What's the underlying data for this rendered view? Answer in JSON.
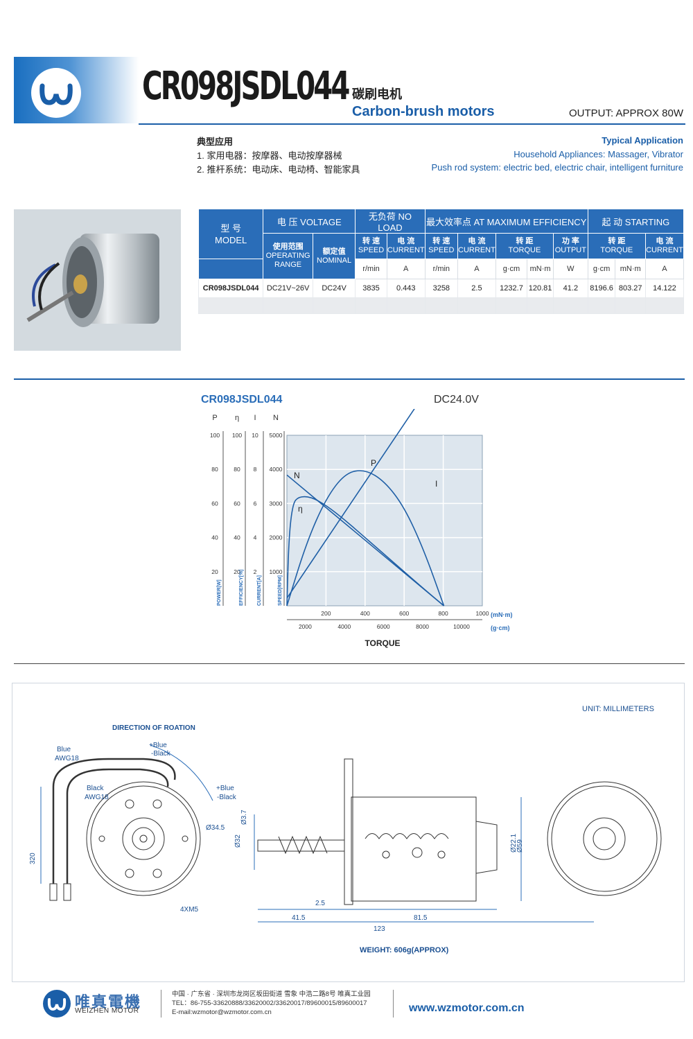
{
  "header": {
    "model": "CR098JSDL044",
    "cn_title": "碳刷电机",
    "en_title": "Carbon-brush motors",
    "output": "OUTPUT: APPROX 80W"
  },
  "application": {
    "cn_heading": "典型应用",
    "cn_item1": "1. 家用电器：按摩器、电动按摩器械",
    "cn_item2": "2. 推杆系统：电动床、电动椅、智能家具",
    "en_heading": "Typical Application",
    "en_item1": "Household Appliances: Massager, Vibrator",
    "en_item2": "Push rod system: electric bed, electric chair, intelligent furniture"
  },
  "spec_table": {
    "model_cn": "型 号",
    "model_en": "MODEL",
    "voltage": "电 压 VOLTAGE",
    "no_load": "无负荷 NO LOAD",
    "max_eff": "最大效率点 AT MAXIMUM EFFICIENCY",
    "starting": "起 动 STARTING",
    "h_range_cn": "使用范围",
    "h_range_en": "OPERATING RANGE",
    "h_nominal_cn": "额定值",
    "h_nominal_en": "NOMINAL",
    "h_speed_cn": "转 速",
    "h_speed_en": "SPEED",
    "h_current_cn": "电 流",
    "h_current_en": "CURRENT",
    "h_torque_cn": "转 距",
    "h_torque_en": "TORQUE",
    "h_output_cn": "功 率",
    "h_output_en": "OUTPUT",
    "units": [
      "r/min",
      "A",
      "r/min",
      "A",
      "g·cm",
      "mN·m",
      "W",
      "g·cm",
      "mN·m",
      "A"
    ],
    "row": [
      "CR098JSDL044",
      "DC21V~26V",
      "DC24V",
      "3835",
      "0.443",
      "3258",
      "2.5",
      "1232.7",
      "120.81",
      "41.2",
      "8196.6",
      "803.27",
      "14.122"
    ]
  },
  "chart_data": {
    "type": "line",
    "title": "CR098JSDL044",
    "subtitle": "DC24.0V",
    "xlabel": "TORQUE",
    "x_unit_primary": "(mN·m)",
    "x_unit_secondary": "(g·cm)",
    "x_ticks_mNm": [
      200,
      400,
      600,
      800,
      1000
    ],
    "x_ticks_gcm": [
      2000,
      4000,
      6000,
      8000,
      10000
    ],
    "xlim_mNm": [
      0,
      1000
    ],
    "axes": [
      {
        "symbol": "P",
        "label": "POWER[W]",
        "ticks": [
          20,
          40,
          60,
          80,
          100
        ],
        "ylim": [
          0,
          100
        ]
      },
      {
        "symbol": "η",
        "label": "EFFICIENCY[%]",
        "ticks": [
          20,
          40,
          60,
          80,
          100
        ],
        "ylim": [
          0,
          100
        ]
      },
      {
        "symbol": "I",
        "label": "CURRENT[A]",
        "ticks": [
          2,
          4,
          6,
          8,
          10
        ],
        "ylim": [
          0,
          10
        ]
      },
      {
        "symbol": "N",
        "label": "SPEED[RPM]",
        "ticks": [
          1000,
          2000,
          3000,
          4000,
          5000
        ],
        "ylim": [
          0,
          5000
        ]
      }
    ],
    "grid": true,
    "series": [
      {
        "name": "N",
        "axis": "N",
        "x": [
          0,
          120.81,
          803.27
        ],
        "y": [
          3835,
          3258,
          0
        ]
      },
      {
        "name": "I",
        "axis": "I",
        "x": [
          0,
          120.81,
          803.27
        ],
        "y": [
          0.443,
          2.5,
          14.122
        ]
      },
      {
        "name": "P",
        "axis": "P",
        "x": [
          0,
          100,
          200,
          300,
          400,
          500,
          600,
          700,
          803.27
        ],
        "y": [
          0,
          37,
          63,
          78,
          80,
          73,
          58,
          33,
          0
        ]
      },
      {
        "name": "η",
        "axis": "η",
        "x": [
          0,
          10,
          30,
          60,
          120.81,
          200,
          300,
          400,
          500,
          600,
          700,
          803.27
        ],
        "y": [
          0,
          40,
          60,
          64,
          64,
          59,
          50,
          40,
          30,
          20,
          10,
          0
        ]
      }
    ]
  },
  "drawing": {
    "unit": "UNIT: MILLIMETERS",
    "direction": "DIRECTION OF ROATION",
    "wire_blue": "Blue",
    "wire_black": "Black",
    "awg": "AWG18",
    "plus_blue_1": "+Blue",
    "minus_black_1": "-Black",
    "plus_blue_2": "+Blue",
    "minus_black_2": "-Black",
    "d345": "Ø34.5",
    "dim_320": "320",
    "m5": "4XM5",
    "d37": "Ø3.7",
    "d32": "Ø32",
    "d221": "Ø22.1",
    "d59": "Ø59",
    "dim_25": "2.5",
    "dim_415": "41.5",
    "dim_815": "81.5",
    "dim_123": "123",
    "weight": "WEIGHT: 606g(APPROX)"
  },
  "footer": {
    "cn_name": "唯真電機",
    "en_name": "WEIZHEN MOTOR",
    "address": "中国 · 广东省 · 深圳市龙岗区坂田街道  雪象  中浩二路8号  唯真工业园",
    "tel": "TEL：86-755-33620888/33620002/33620017/89600015/89600017",
    "email": "E-mail:wzmotor@wzmotor.com.cn",
    "website": "www.wzmotor.com.cn"
  },
  "colors": {
    "accent": "#1a5ea8",
    "table_header": "#2a6db8",
    "chart_bg": "#dde6ee"
  }
}
